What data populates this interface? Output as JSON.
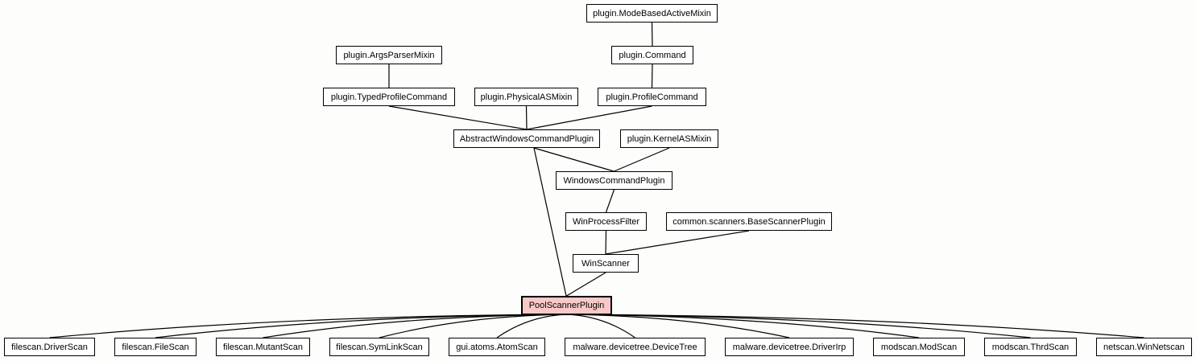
{
  "diagram": {
    "nodes": [
      {
        "id": "mbam",
        "label": "plugin.ModeBasedActiveMixin"
      },
      {
        "id": "apm",
        "label": "plugin.ArgsParserMixin"
      },
      {
        "id": "cmd",
        "label": "plugin.Command"
      },
      {
        "id": "tpc",
        "label": "plugin.TypedProfileCommand"
      },
      {
        "id": "pasm",
        "label": "plugin.PhysicalASMixin"
      },
      {
        "id": "pc",
        "label": "plugin.ProfileCommand"
      },
      {
        "id": "awcp",
        "label": "AbstractWindowsCommandPlugin"
      },
      {
        "id": "kasm",
        "label": "plugin.KernelASMixin"
      },
      {
        "id": "wcp",
        "label": "WindowsCommandPlugin"
      },
      {
        "id": "wpf",
        "label": "WinProcessFilter"
      },
      {
        "id": "bsp",
        "label": "common.scanners.BaseScannerPlugin"
      },
      {
        "id": "ws",
        "label": "WinScanner"
      },
      {
        "id": "psp",
        "label": "PoolScannerPlugin",
        "highlighted": true
      },
      {
        "id": "fds",
        "label": "filescan.DriverScan"
      },
      {
        "id": "ffs",
        "label": "filescan.FileScan"
      },
      {
        "id": "fms",
        "label": "filescan.MutantScan"
      },
      {
        "id": "fsl",
        "label": "filescan.SymLinkScan"
      },
      {
        "id": "gas",
        "label": "gui.atoms.AtomScan"
      },
      {
        "id": "mdt",
        "label": "malware.devicetree.DeviceTree"
      },
      {
        "id": "mdi",
        "label": "malware.devicetree.DriverIrp"
      },
      {
        "id": "mms",
        "label": "modscan.ModScan"
      },
      {
        "id": "mts",
        "label": "modscan.ThrdScan"
      },
      {
        "id": "nwn",
        "label": "netscan.WinNetscan"
      }
    ],
    "edges": [
      [
        "mbam",
        "cmd"
      ],
      [
        "cmd",
        "pc"
      ],
      [
        "apm",
        "tpc"
      ],
      [
        "tpc",
        "awcp"
      ],
      [
        "pasm",
        "awcp"
      ],
      [
        "pc",
        "awcp"
      ],
      [
        "awcp",
        "wcp"
      ],
      [
        "kasm",
        "wcp"
      ],
      [
        "wcp",
        "wpf"
      ],
      [
        "wpf",
        "ws"
      ],
      [
        "bsp",
        "ws"
      ],
      [
        "ws",
        "psp"
      ],
      [
        "awcp",
        "psp"
      ],
      [
        "psp",
        "fds"
      ],
      [
        "psp",
        "ffs"
      ],
      [
        "psp",
        "fms"
      ],
      [
        "psp",
        "fsl"
      ],
      [
        "psp",
        "gas"
      ],
      [
        "psp",
        "mdt"
      ],
      [
        "psp",
        "mdi"
      ],
      [
        "psp",
        "mms"
      ],
      [
        "psp",
        "mts"
      ],
      [
        "psp",
        "nwn"
      ]
    ]
  }
}
